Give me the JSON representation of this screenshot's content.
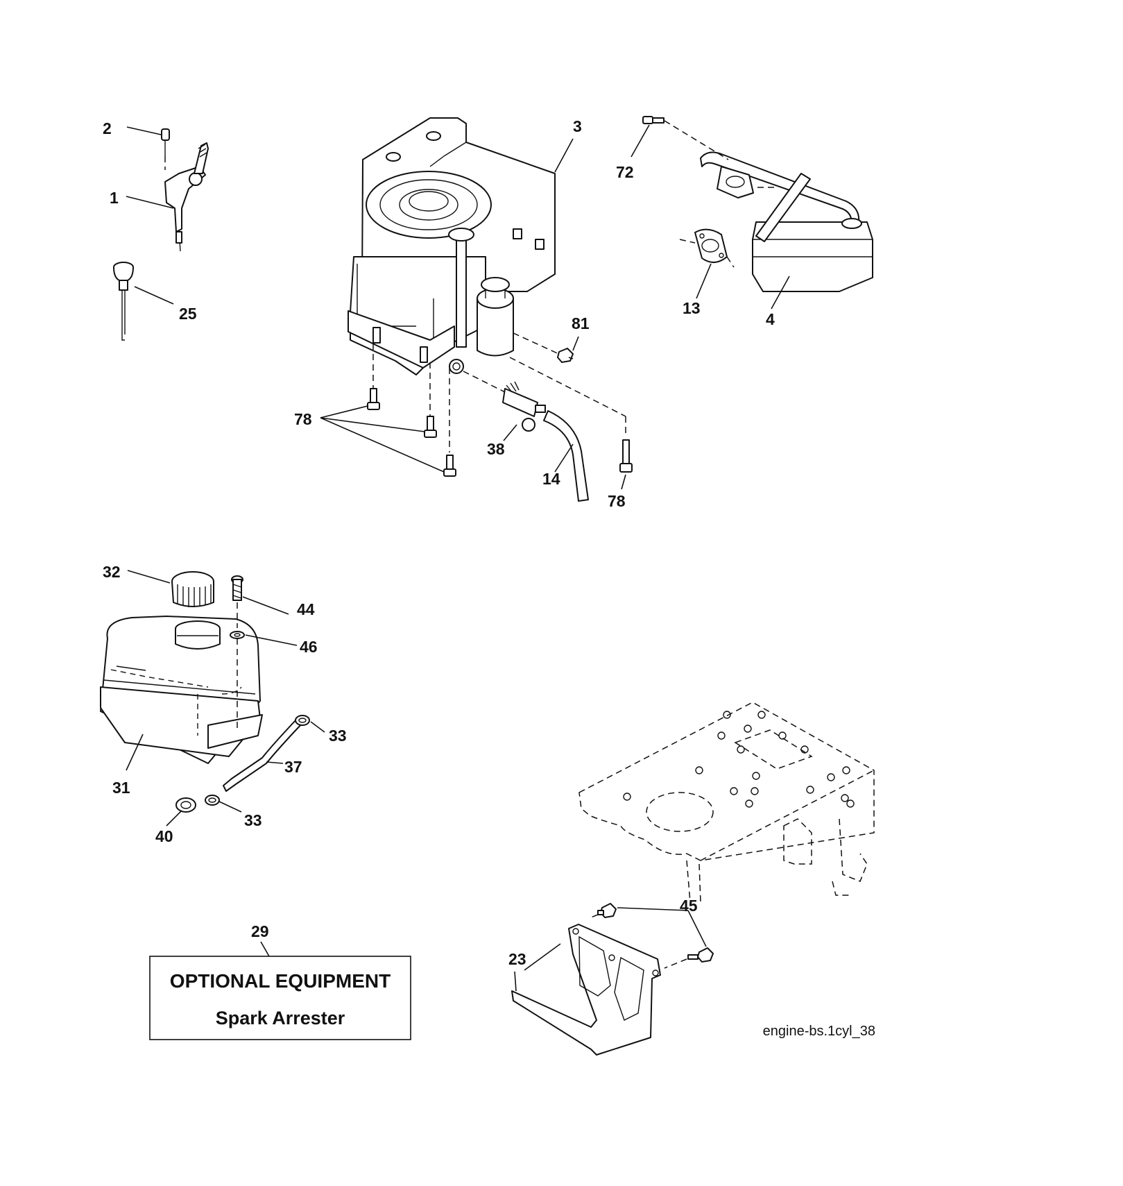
{
  "labels": {
    "p1": "1",
    "p2": "2",
    "p3": "3",
    "p4": "4",
    "p13": "13",
    "p14": "14",
    "p23": "23",
    "p25": "25",
    "p29": "29",
    "p31": "31",
    "p32": "32",
    "p33a": "33",
    "p33b": "33",
    "p37": "37",
    "p38": "38",
    "p40": "40",
    "p44": "44",
    "p45": "45",
    "p46": "46",
    "p72": "72",
    "p78a": "78",
    "p78b": "78",
    "p81": "81"
  },
  "optional_box": {
    "line1": "OPTIONAL EQUIPMENT",
    "line2": "Spark Arrester"
  },
  "diagram_code": "engine-bs.1cyl_38"
}
